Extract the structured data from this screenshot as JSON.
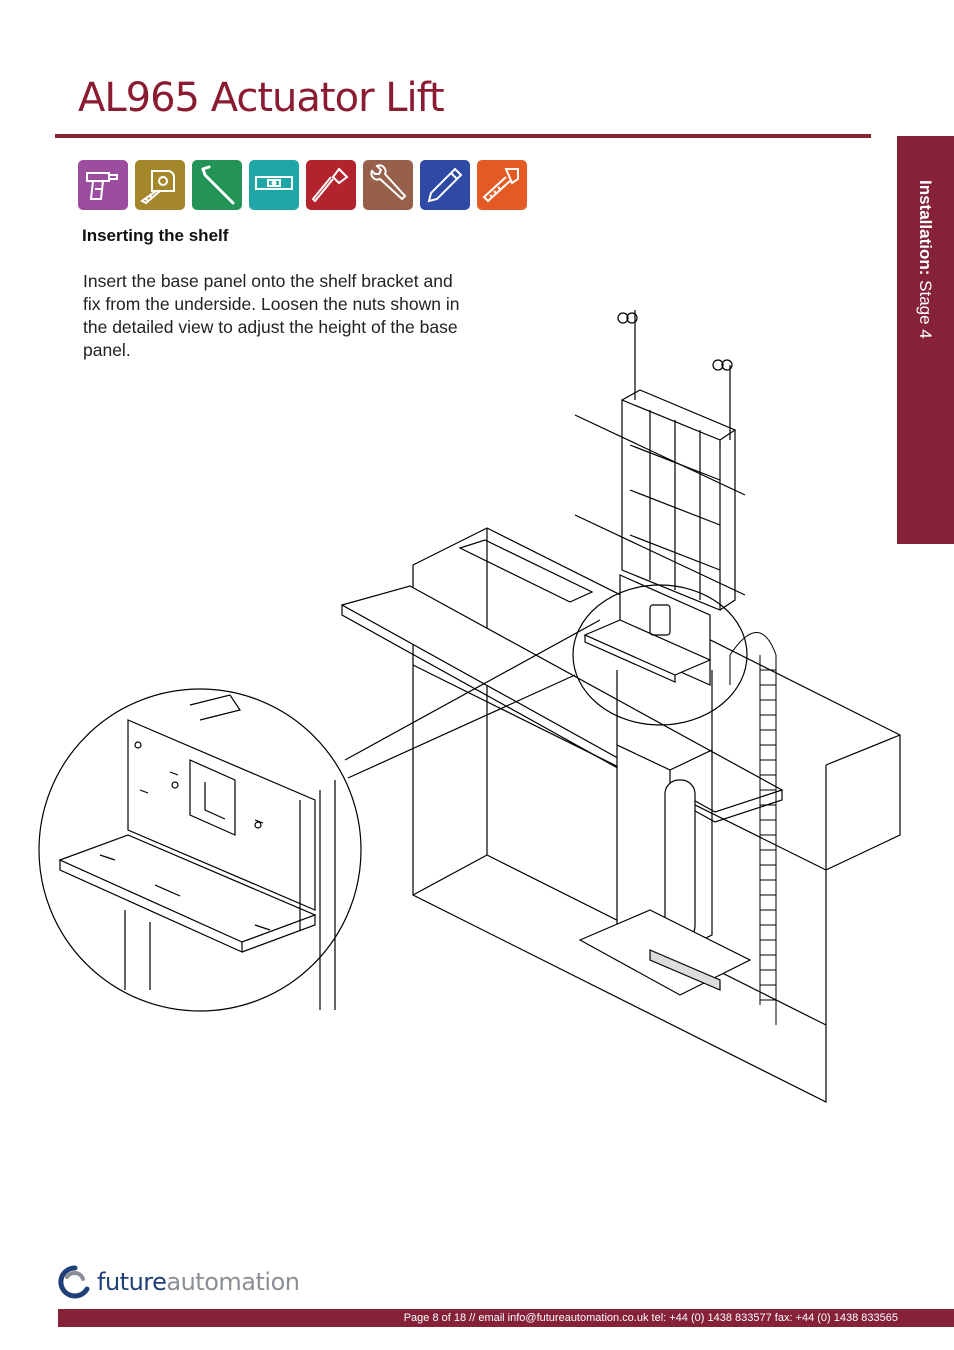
{
  "header": {
    "title": "AL965 Actuator Lift"
  },
  "side_tab": {
    "label_bold": "Installation:",
    "label_rest": " Stage  4"
  },
  "tools": [
    {
      "name": "drill-icon",
      "color": "#9b4d9e"
    },
    {
      "name": "tape-measure-icon",
      "color": "#a4862b"
    },
    {
      "name": "allen-key-icon",
      "color": "#239455"
    },
    {
      "name": "spirit-level-icon",
      "color": "#1fa6a6"
    },
    {
      "name": "screwdriver-icon",
      "color": "#b3232e"
    },
    {
      "name": "wrench-icon",
      "color": "#96604a"
    },
    {
      "name": "pencil-icon",
      "color": "#2f4aa4"
    },
    {
      "name": "saw-icon",
      "color": "#e35a25"
    }
  ],
  "section": {
    "heading": "Inserting the shelf",
    "body": "Insert the base panel onto the shelf bracket and fix from the underside. Loosen the nuts shown in the detailed view to adjust the height of the base panel."
  },
  "brand": {
    "part1": "future",
    "part2": "automation"
  },
  "footer": {
    "text": "Page 8 of 18 // email info@futureautomation.co.uk  tel: +44 (0) 1438 833577  fax: +44 (0) 1438 833565"
  }
}
